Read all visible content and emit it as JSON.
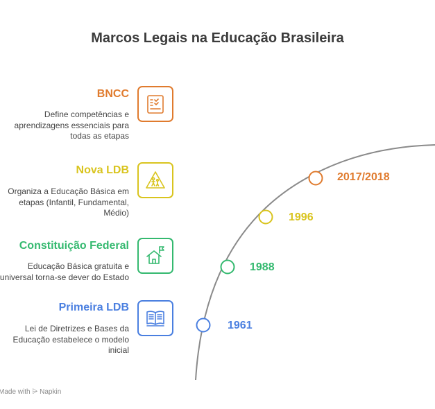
{
  "title": "Marcos Legais na Educação Brasileira",
  "colors": {
    "bncc": "#e07b2e",
    "nova_ldb": "#d9c41e",
    "constituicao": "#34b96f",
    "primeira_ldb": "#4a7fe0",
    "curve": "#8a8a8a",
    "title": "#3c3c3c"
  },
  "milestones": [
    {
      "heading": "BNCC",
      "description": [
        "Define competências e",
        "aprendizagens essenciais para",
        "todas as etapas"
      ],
      "icon": "checklist-icon",
      "year": "2017/2018"
    },
    {
      "heading": "Nova LDB",
      "description": [
        "Organiza a Educação Básica em",
        "etapas (Infantil, Fundamental,",
        "Médio)"
      ],
      "icon": "children-crossing-sign-icon",
      "year": "1996"
    },
    {
      "heading": "Constituição Federal",
      "description": [
        "Educação Básica gratuita e",
        "universal torna-se dever do Estado"
      ],
      "icon": "house-flag-icon",
      "year": "1988"
    },
    {
      "heading": "Primeira LDB",
      "description": [
        "Lei de Diretrizes e Bases da",
        "Educação estabelece o modelo",
        "inicial"
      ],
      "icon": "open-book-icon",
      "year": "1961"
    }
  ],
  "footer": "Made with ⩥ Napkin"
}
